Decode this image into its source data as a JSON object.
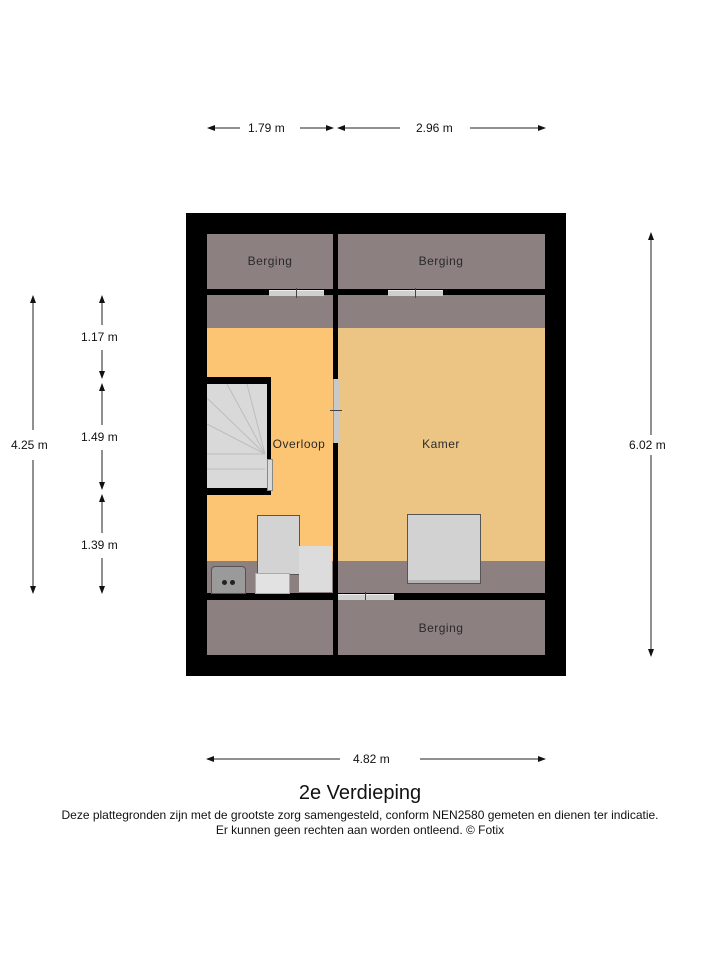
{
  "floorplan": {
    "title": "2e Verdieping",
    "disclaimer_line1": "Deze plattegronden zijn met de grootste zorg samengesteld, conform NEN2580 gemeten en dienen ter indicatie.",
    "disclaimer_line2": "Er kunnen geen rechten aan worden ontleend. © Fotix",
    "colors": {
      "wall": "#000000",
      "berging": "#8c8180",
      "overloop": "#fbc574",
      "kamer": "#ecc585",
      "fixture": "#d3d3d3",
      "window": "#c9c9c9"
    },
    "rooms": [
      {
        "id": "berging-top-left",
        "label": "Berging"
      },
      {
        "id": "berging-top-right",
        "label": "Berging"
      },
      {
        "id": "overloop",
        "label": "Overloop"
      },
      {
        "id": "kamer",
        "label": "Kamer"
      },
      {
        "id": "berging-bottom-right",
        "label": "Berging"
      }
    ],
    "dimensions": {
      "top_left": "1.79 m",
      "top_right": "2.96 m",
      "bottom": "4.82 m",
      "left_total": "4.25 m",
      "left_segment_1": "1.17 m",
      "left_segment_2": "1.49 m",
      "left_segment_3": "1.39 m",
      "right_total": "6.02 m"
    },
    "icons": [
      "staircase-icon",
      "door-icon",
      "window-icon",
      "sink-icon",
      "toilet-icon",
      "skylight-icon",
      "boiler-icon"
    ]
  }
}
